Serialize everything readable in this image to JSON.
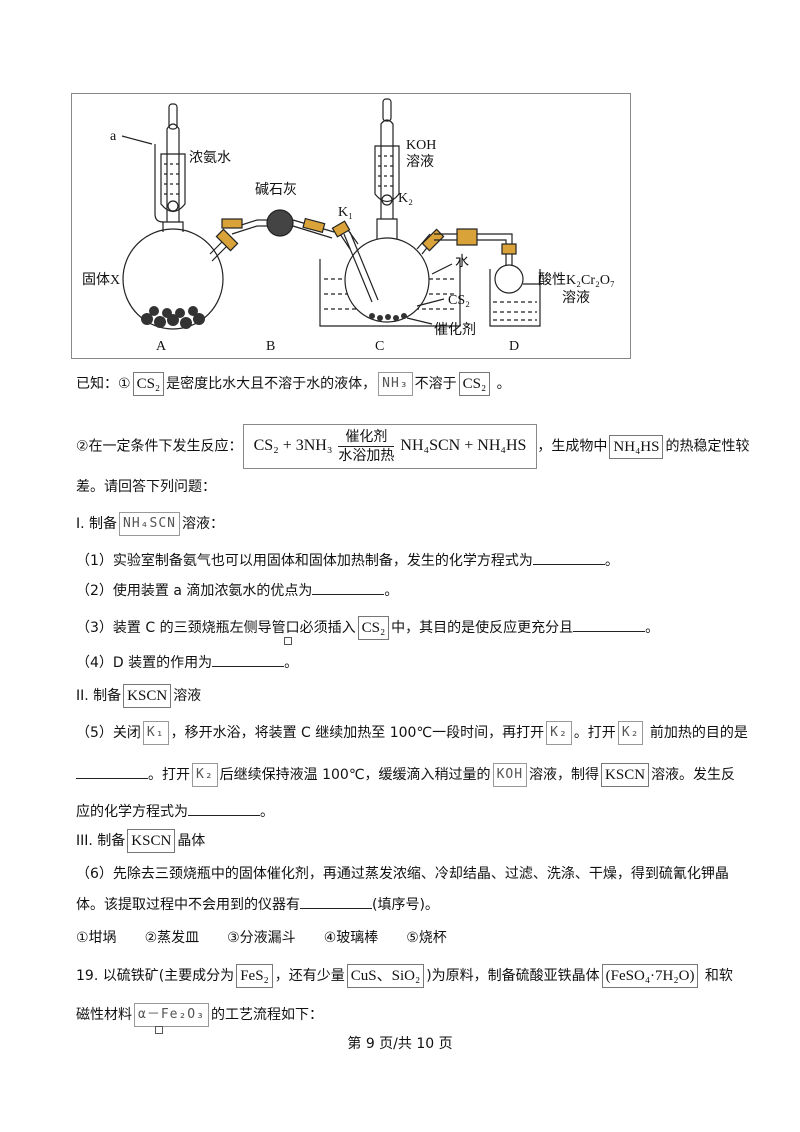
{
  "figure": {
    "labels": {
      "a": "a",
      "ammonia": "浓氨水",
      "soda_lime": "碱石灰",
      "koh": "KOH",
      "koh_sol": "溶液",
      "k1": "K₁",
      "k2": "K₂",
      "water": "水",
      "cs2": "CS₂",
      "catalyst": "催化剂",
      "solid_x": "固体X",
      "acid": "酸性K₂Cr₂O₇",
      "acid_sol": "溶液",
      "A": "A",
      "B": "B",
      "C": "C",
      "D": "D"
    }
  },
  "known": {
    "l1_a": "已知：①",
    "l1_cs2": "CS₂",
    "l1_b": "是密度比水大且不溶于水的液体，",
    "l1_nh3": "NH₃",
    "l1_c": "不溶于",
    "l1_cs2b": "CS₂",
    "l1_d": "。",
    "l2_a": "②在一定条件下发生反应：",
    "eq_left": "CS₂ + 3NH₃",
    "eq_top": "催化剂",
    "eq_bottom": "水浴加热",
    "eq_right": "NH₄SCN + NH₄HS",
    "l2_b": "，生成物中",
    "l2_nh4hs": "NH₄HS",
    "l2_c": "的热稳定性较",
    "l3": "差。请回答下列问题："
  },
  "part1": {
    "title_a": "I. 制备",
    "title_box": "NH₄SCN",
    "title_b": "溶液：",
    "q1": "（1）实验室制备氨气也可以用固体和固体加热制备，发生的化学方程式为",
    "q1_end": "。",
    "q2": "（2）使用装置 a 滴加浓氨水的优点为",
    "q2_end": "。",
    "q3_a": "（3）装置 C 的三颈烧瓶左侧导管口必须插入",
    "q3_box": "CS₂",
    "q3_b": "中，其目的是使反应更充分且",
    "q3_end": "。",
    "q4": "（4）D 装置的作用为",
    "q4_end": "。"
  },
  "part2": {
    "title_a": "II. 制备",
    "title_box": "KSCN",
    "title_b": "溶液",
    "q5_a": "（5）关闭",
    "q5_k1": "K₁",
    "q5_b": "，移开水浴，将装置 C 继续加热至 100℃一段时间，再打开",
    "q5_k2": "K₂",
    "q5_c": "。打开",
    "q5_k2b": "K₂",
    "q5_d": "前加热的目的是",
    "q5_e": "。打开",
    "q5_k2c": "K₂",
    "q5_f": "后继续保持液温 100℃，缓缓滴入稍过量的",
    "q5_koh": "KOH",
    "q5_g": "溶液，制得",
    "q5_kscn": "KSCN",
    "q5_h": "溶液。发生反",
    "q5_i": "应的化学方程式为",
    "q5_end": "。"
  },
  "part3": {
    "title_a": "III. 制备",
    "title_box": "KSCN",
    "title_b": "晶体",
    "q6_a": "（6）先除去三颈烧瓶中的固体催化剂，再通过蒸发浓缩、冷却结晶、过滤、洗涤、干燥，得到硫氰化钾晶",
    "q6_b": "体。该提取过程中不会用到的仪器有",
    "q6_c": "(填序号)。",
    "options": [
      "①坩埚",
      "②蒸发皿",
      "③分液漏斗",
      "④玻璃棒",
      "⑤烧杯"
    ]
  },
  "q19": {
    "a": "19. 以硫铁矿(主要成分为",
    "fes2": "FeS₂",
    "b": "，还有少量",
    "impurity": "CuS、SiO₂",
    "c": ")为原料，制备硫酸亚铁晶体",
    "crystal": "(FeSO₄·7H₂O)",
    "d": "和软",
    "e": "磁性材料",
    "fe2o3": "α－Fe₂O₃",
    "f": "的工艺流程如下："
  },
  "footer": "第 9 页/共 10 页"
}
